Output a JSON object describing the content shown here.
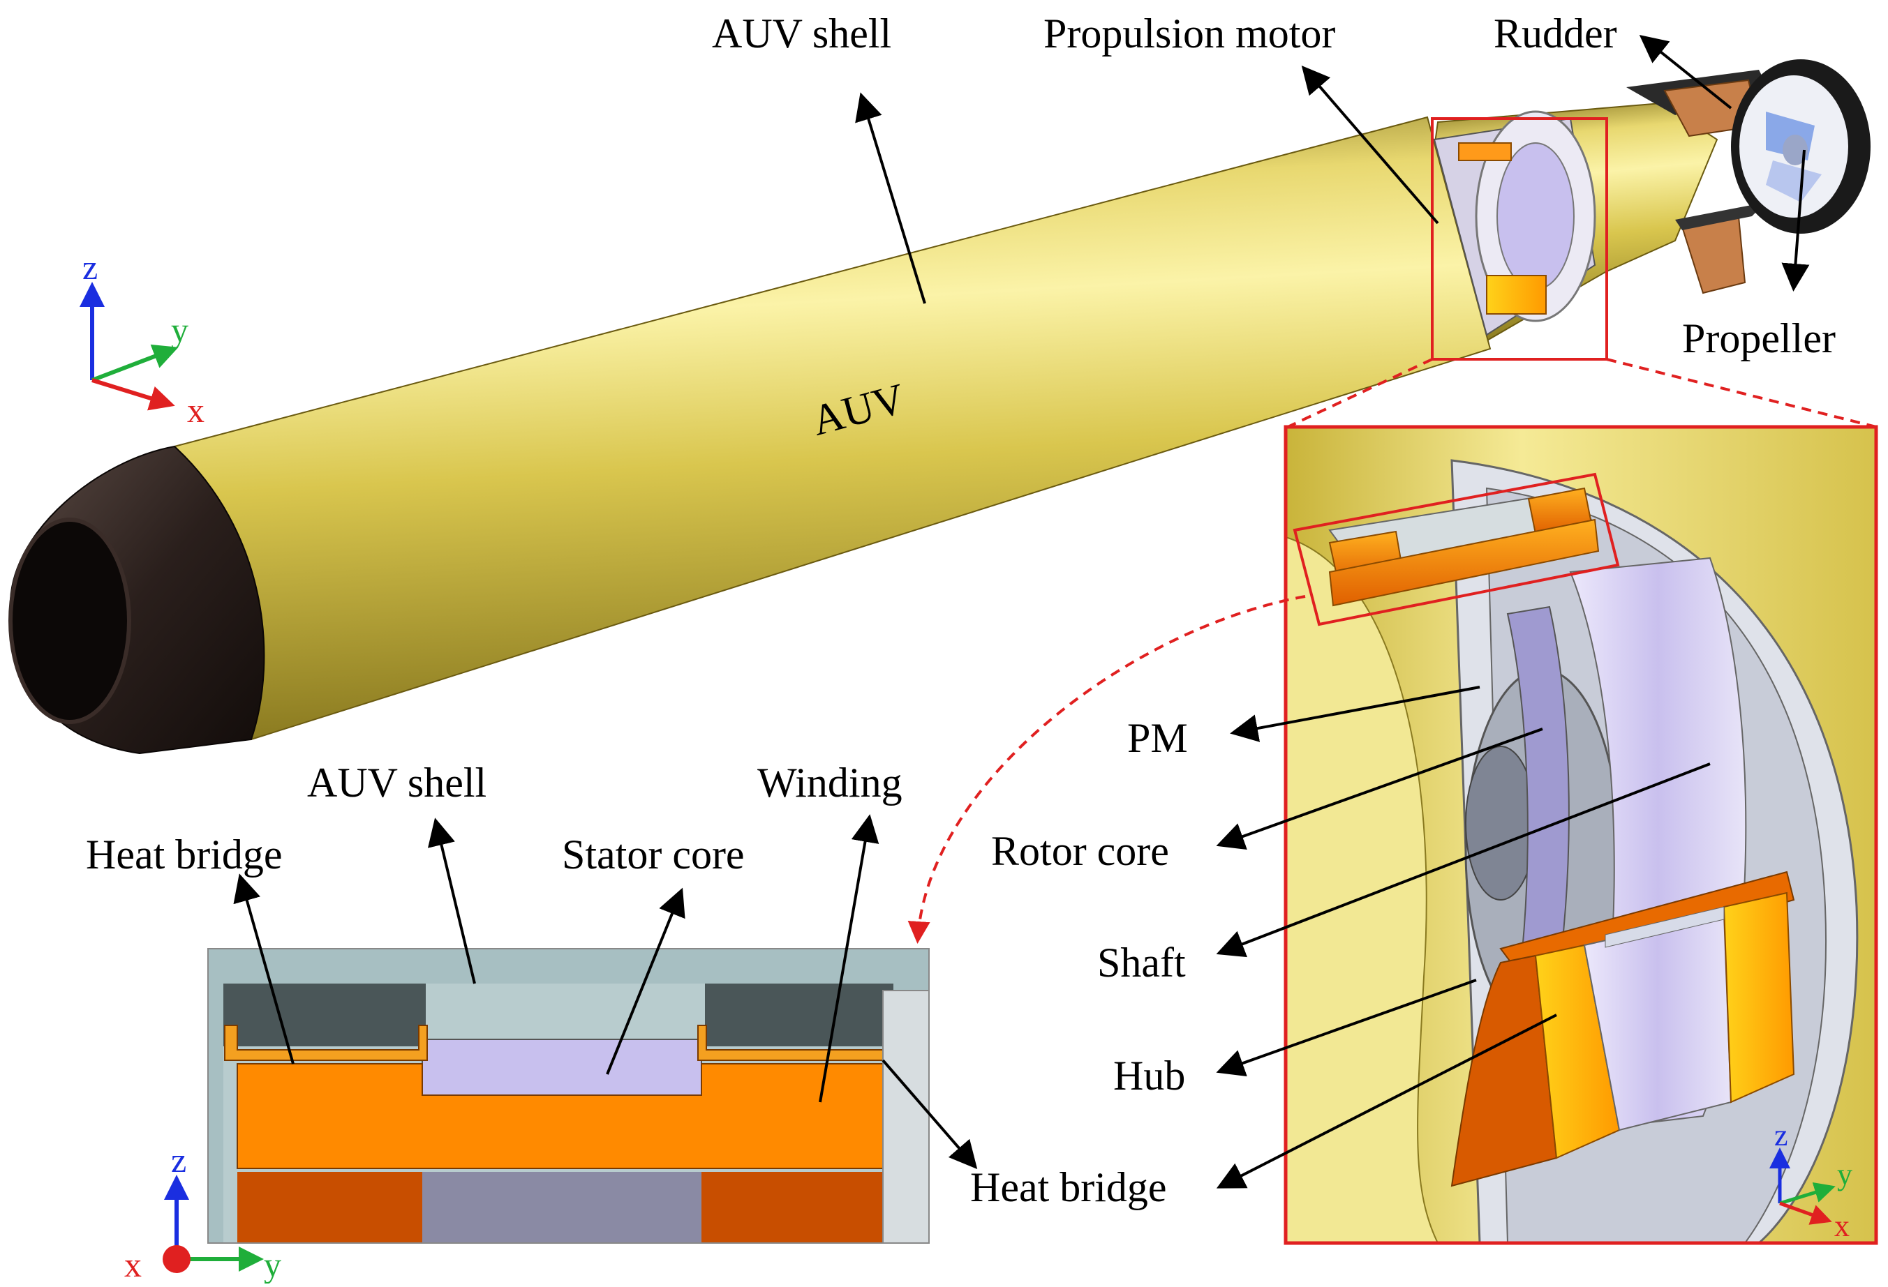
{
  "labels": {
    "auv_shell_top": "AUV shell",
    "propulsion_motor": "Propulsion motor",
    "rudder": "Rudder",
    "propeller": "Propeller",
    "auv": "AUV",
    "auv_shell_section": "AUV shell",
    "heat_bridge_top": "Heat bridge",
    "stator_core": "Stator core",
    "winding": "Winding",
    "heat_bridge_bottom": "Heat bridge",
    "pm": "PM",
    "rotor_core": "Rotor core",
    "shaft": "Shaft",
    "hub": "Hub"
  },
  "axes": {
    "main": {
      "z": "z",
      "y": "y",
      "x": "x"
    },
    "section": {
      "z": "z",
      "y": "y",
      "x": "x"
    },
    "zoom": {
      "z": "z",
      "y": "y",
      "x": "x"
    }
  },
  "colors": {
    "shell": "#d8c84a",
    "nose": "#2a1f1c",
    "winding": "#ff8a00",
    "stator": "#c8c0ee",
    "callout": "#e02020",
    "axis_z": "#1a2ee0",
    "axis_y": "#1fae3a",
    "axis_x": "#e02020"
  }
}
